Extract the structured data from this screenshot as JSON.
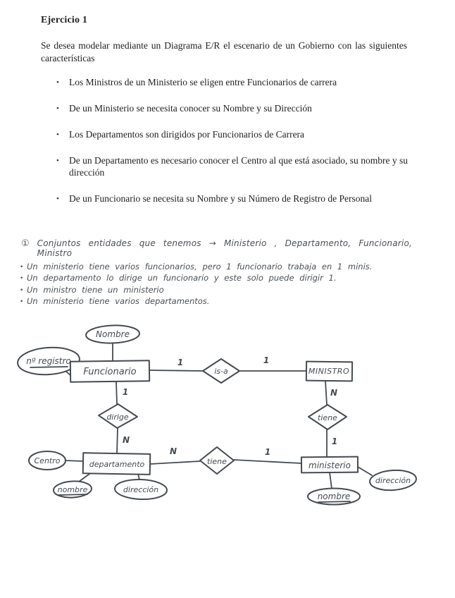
{
  "document": {
    "title": "Ejercicio 1",
    "intro": "Se desea modelar mediante un Diagrama E/R el escenario de un Gobierno con las siguientes características",
    "bullet_char": "•",
    "bullets": [
      "Los Ministros de un Ministerio se eligen entre Funcionarios de carrera",
      "De un Ministerio se necesita conocer su Nombre y su Dirección",
      "Los Departamentos son dirigidos por Funcionarios de Carrera",
      "De un Departamento es necesario conocer el Centro al que está asociado, su nombre y su dirección",
      "De un Funcionario se necesita su Nombre y su Número de Registro de Personal"
    ]
  },
  "notes": {
    "marker": "①",
    "heading": "Conjuntos entidades que tenemos → Ministerio , Departamento, Funcionario, Ministro",
    "item_bullet": "•",
    "items": [
      "Un ministerio tiene varios funcionarios, pero 1 funcionario trabaja en 1 minis.",
      "Un departamento lo dirige un funcionario y este solo puede dirigir 1.",
      "Un ministro tiene un ministerio",
      "Un ministerio tiene varios departamentos."
    ]
  },
  "diagram": {
    "ink_color": "#454b52",
    "entities": {
      "funcionario": "Funcionario",
      "ministro": "MINISTRO",
      "departamento": "departamento",
      "ministerio": "ministerio"
    },
    "relationships": {
      "is_a": "is-a",
      "dirige": "dirige",
      "tiene_ministro": "tiene",
      "tiene_departamento": "tiene"
    },
    "attributes": {
      "funcionario_nombre": "Nombre",
      "funcionario_num_registro": "nº registro",
      "departamento_centro": "Centro",
      "departamento_nombre": "nombre",
      "departamento_direccion": "dirección",
      "ministerio_nombre": "nombre",
      "ministerio_direccion": "dirección"
    },
    "cardinalities": {
      "funcionario_isa": "1",
      "isa_ministro": "1",
      "ministro_tiene": "N",
      "tiene_ministerio_right": "1",
      "funcionario_dirige": "1",
      "dirige_departamento": "N",
      "departamento_tiene": "N",
      "tiene_ministerio_bottom": "1"
    }
  }
}
